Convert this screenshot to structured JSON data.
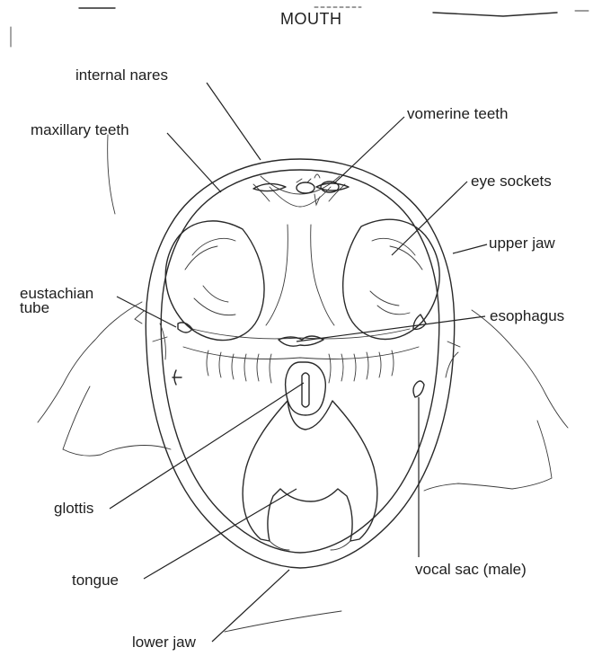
{
  "title": "MOUTH",
  "labels": {
    "internal_nares": "internal nares",
    "vomerine_teeth": "vomerine teeth",
    "maxillary_teeth": "maxillary teeth",
    "eye_sockets": "eye sockets",
    "upper_jaw": "upper jaw",
    "eustachian_tube_line1": "eustachian",
    "eustachian_tube_line2": "tube",
    "esophagus": "esophagus",
    "glottis": "glottis",
    "tongue": "tongue",
    "vocal_sac": "vocal sac (male)",
    "lower_jaw": "lower jaw"
  }
}
